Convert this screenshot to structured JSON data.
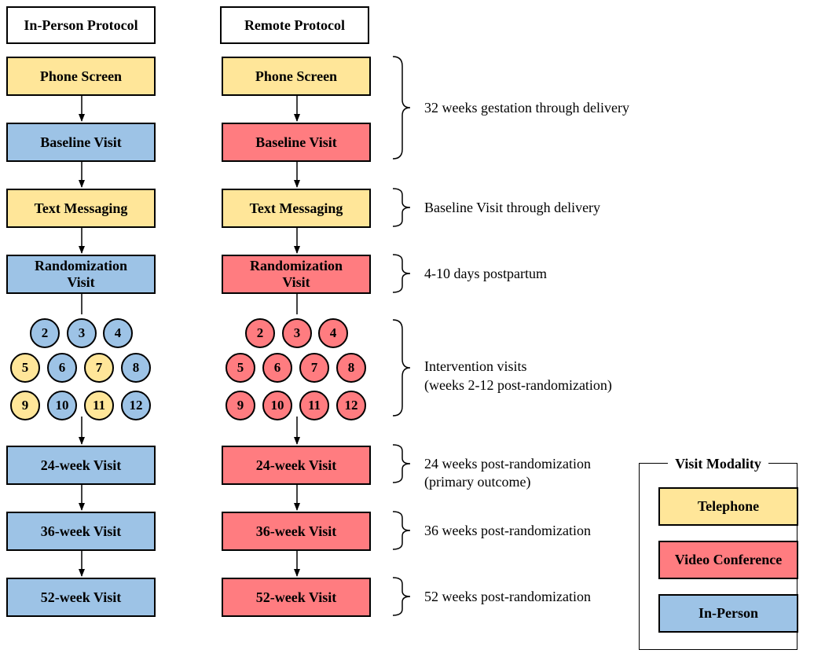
{
  "protocols": {
    "in_person": {
      "title": "In-Person Protocol",
      "steps": [
        {
          "label": "Phone Screen",
          "modality": "telephone"
        },
        {
          "label": "Baseline Visit",
          "modality": "in_person"
        },
        {
          "label": "Text Messaging",
          "modality": "telephone"
        },
        {
          "label": "Randomization Visit",
          "modality": "in_person"
        },
        {
          "label": "24-week Visit",
          "modality": "in_person"
        },
        {
          "label": "36-week Visit",
          "modality": "in_person"
        },
        {
          "label": "52-week Visit",
          "modality": "in_person"
        }
      ],
      "intervention_visits": [
        {
          "label": "2",
          "modality": "in_person"
        },
        {
          "label": "3",
          "modality": "in_person"
        },
        {
          "label": "4",
          "modality": "in_person"
        },
        {
          "label": "5",
          "modality": "telephone"
        },
        {
          "label": "6",
          "modality": "in_person"
        },
        {
          "label": "7",
          "modality": "telephone"
        },
        {
          "label": "8",
          "modality": "in_person"
        },
        {
          "label": "9",
          "modality": "telephone"
        },
        {
          "label": "10",
          "modality": "in_person"
        },
        {
          "label": "11",
          "modality": "telephone"
        },
        {
          "label": "12",
          "modality": "in_person"
        }
      ]
    },
    "remote": {
      "title": "Remote Protocol",
      "steps": [
        {
          "label": "Phone Screen",
          "modality": "telephone"
        },
        {
          "label": "Baseline Visit",
          "modality": "video"
        },
        {
          "label": "Text Messaging",
          "modality": "telephone"
        },
        {
          "label": "Randomization Visit",
          "modality": "video"
        },
        {
          "label": "24-week Visit",
          "modality": "video"
        },
        {
          "label": "36-week Visit",
          "modality": "video"
        },
        {
          "label": "52-week Visit",
          "modality": "video"
        }
      ],
      "intervention_visits": [
        {
          "label": "2",
          "modality": "video"
        },
        {
          "label": "3",
          "modality": "video"
        },
        {
          "label": "4",
          "modality": "video"
        },
        {
          "label": "5",
          "modality": "video"
        },
        {
          "label": "6",
          "modality": "video"
        },
        {
          "label": "7",
          "modality": "video"
        },
        {
          "label": "8",
          "modality": "video"
        },
        {
          "label": "9",
          "modality": "video"
        },
        {
          "label": "10",
          "modality": "video"
        },
        {
          "label": "11",
          "modality": "video"
        },
        {
          "label": "12",
          "modality": "video"
        }
      ]
    }
  },
  "timing_notes": [
    "32 weeks gestation through delivery",
    "Baseline Visit through delivery",
    "4-10 days postpartum",
    "Intervention visits",
    "(weeks 2-12 post-randomization)",
    "24 weeks post-randomization",
    "(primary outcome)",
    "36 weeks post-randomization",
    "52 weeks post-randomization"
  ],
  "legend": {
    "title": "Visit Modality",
    "items": [
      {
        "label": "Telephone",
        "modality": "telephone"
      },
      {
        "label": "Video Conference",
        "modality": "video"
      },
      {
        "label": "In-Person",
        "modality": "in_person"
      }
    ]
  },
  "colors": {
    "telephone": "#FFE699",
    "video": "#FF7C80",
    "in_person": "#9DC3E6"
  }
}
